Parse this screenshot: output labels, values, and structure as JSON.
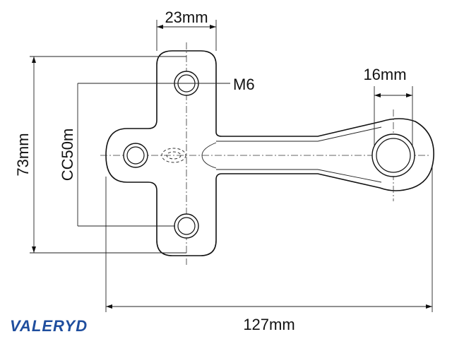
{
  "dimensions": {
    "top_width": "23mm",
    "bolt": "M6",
    "bushing_width": "16mm",
    "height": "73mm",
    "hole_spacing": "CC50m",
    "total_length": "127mm"
  },
  "brand": {
    "logo_text": "VALERYD",
    "color": "#1f4e9e"
  }
}
